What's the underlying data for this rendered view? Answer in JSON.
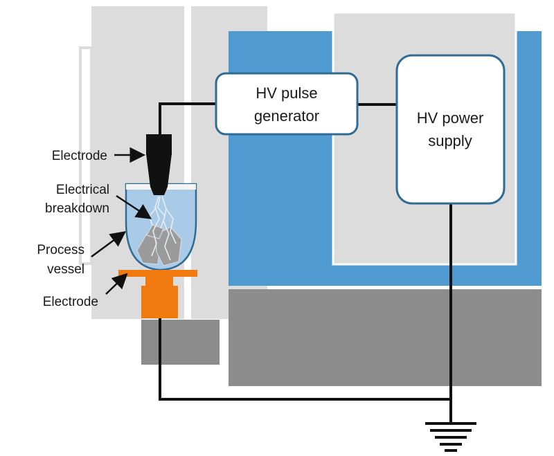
{
  "boxes": {
    "pulse_generator": {
      "line1": "HV pulse",
      "line2": "generator"
    },
    "power_supply": {
      "line1": "HV power",
      "line2": "supply"
    }
  },
  "labels": {
    "top_electrode": "Electrode",
    "breakdown_line1": "Electrical",
    "breakdown_line2": "breakdown",
    "vessel_line1": "Process",
    "vessel_line2": "vessel",
    "bottom_electrode": "Electrode"
  },
  "icons": {
    "ground": "ground-symbol-icon",
    "arrow": "arrow-icon"
  },
  "colors": {
    "blue_panel": "#4f9ad0",
    "light_gray": "#dcdcdc",
    "dark_gray": "#8c8c8c",
    "box_border": "#2f6b93",
    "electrode_top": "#111111",
    "electrode_bottom": "#f07a10",
    "water": "#a9cbe8",
    "rock": "#9b9b9b"
  }
}
